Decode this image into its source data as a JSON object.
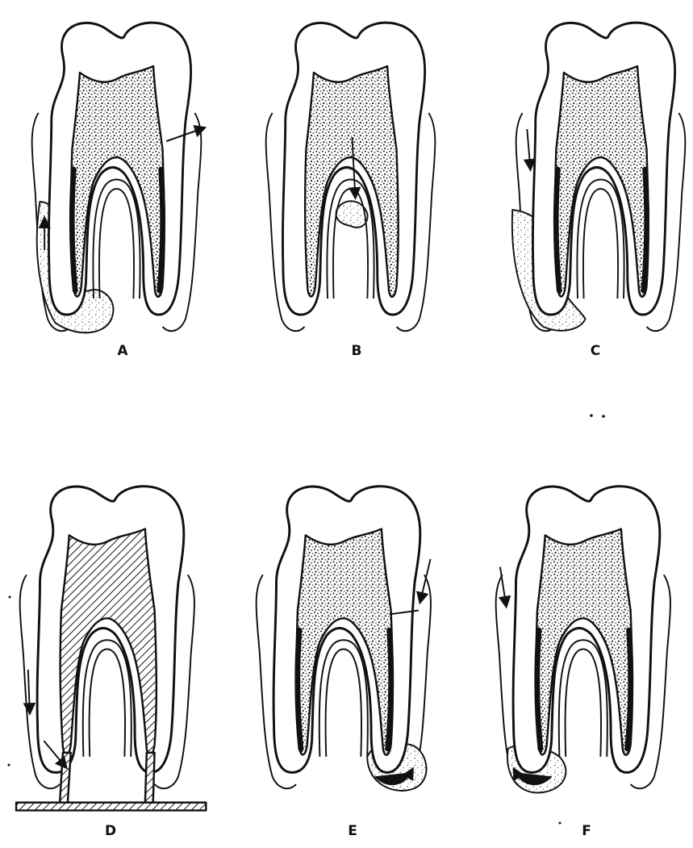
{
  "panels": [
    {
      "id": "A",
      "label": "A",
      "pulp": "stipple",
      "lesion": "left-root-apex",
      "arrows": [
        "up-left-root",
        "out-right-crown"
      ]
    },
    {
      "id": "B",
      "label": "B",
      "pulp": "stipple",
      "lesion": "furcation",
      "arrows": [
        "down-furcation"
      ]
    },
    {
      "id": "C",
      "label": "C",
      "pulp": "stipple",
      "lesion": "left-root-side",
      "arrows": [
        "down-left-gingiva"
      ]
    },
    {
      "id": "D",
      "label": "D",
      "pulp": "hatched",
      "lesion": "none",
      "arrows": [
        "down-left-root"
      ]
    },
    {
      "id": "E",
      "label": "E",
      "pulp": "stipple",
      "lesion": "right-root-apex",
      "arrows": [
        "down-right-gingiva",
        "curve-right-apex"
      ]
    },
    {
      "id": "F",
      "label": "F",
      "pulp": "stipple",
      "lesion": "left-root-apex",
      "arrows": [
        "down-left-gingiva",
        "curve-left-apex"
      ]
    }
  ],
  "colors": {
    "ink": "#111111",
    "paper": "#ffffff"
  }
}
